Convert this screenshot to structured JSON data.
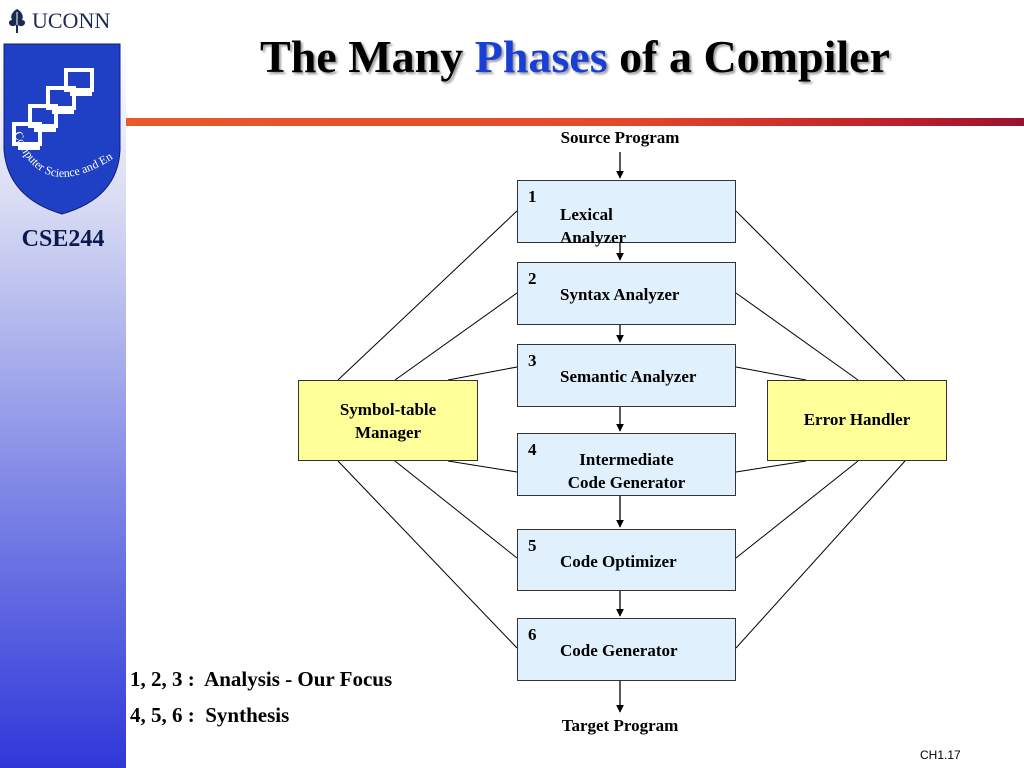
{
  "header": {
    "logo_text": "UCONN",
    "seal_text": "Computer Science and Engineering",
    "course": "CSE244",
    "title_part1": "The Many ",
    "title_highlight": "Phases",
    "title_part2": " of a Compiler"
  },
  "diagram": {
    "source": "Source Program",
    "target": "Target Program",
    "phases": [
      {
        "num": "1",
        "lines": [
          "Lexical",
          "Analyzer"
        ]
      },
      {
        "num": "2",
        "lines": [
          "Syntax Analyzer"
        ]
      },
      {
        "num": "3",
        "lines": [
          "Semantic Analyzer"
        ]
      },
      {
        "num": "4",
        "lines": [
          "Intermediate",
          "Code Generator"
        ]
      },
      {
        "num": "5",
        "lines": [
          "Code Optimizer"
        ]
      },
      {
        "num": "6",
        "lines": [
          "Code Generator"
        ]
      }
    ],
    "symbol_table": [
      "Symbol-table",
      "Manager"
    ],
    "error_handler": "Error Handler"
  },
  "notes": [
    "1, 2, 3 :  Analysis - Our Focus",
    "4, 5, 6 :  Synthesis"
  ],
  "footer": {
    "slide_number": "CH1.17"
  },
  "colors": {
    "phase_box": "#e0f0fc",
    "side_box": "#ffff99",
    "title_highlight": "#1a3fd6",
    "sidebar_bottom": "#2f37d9"
  }
}
